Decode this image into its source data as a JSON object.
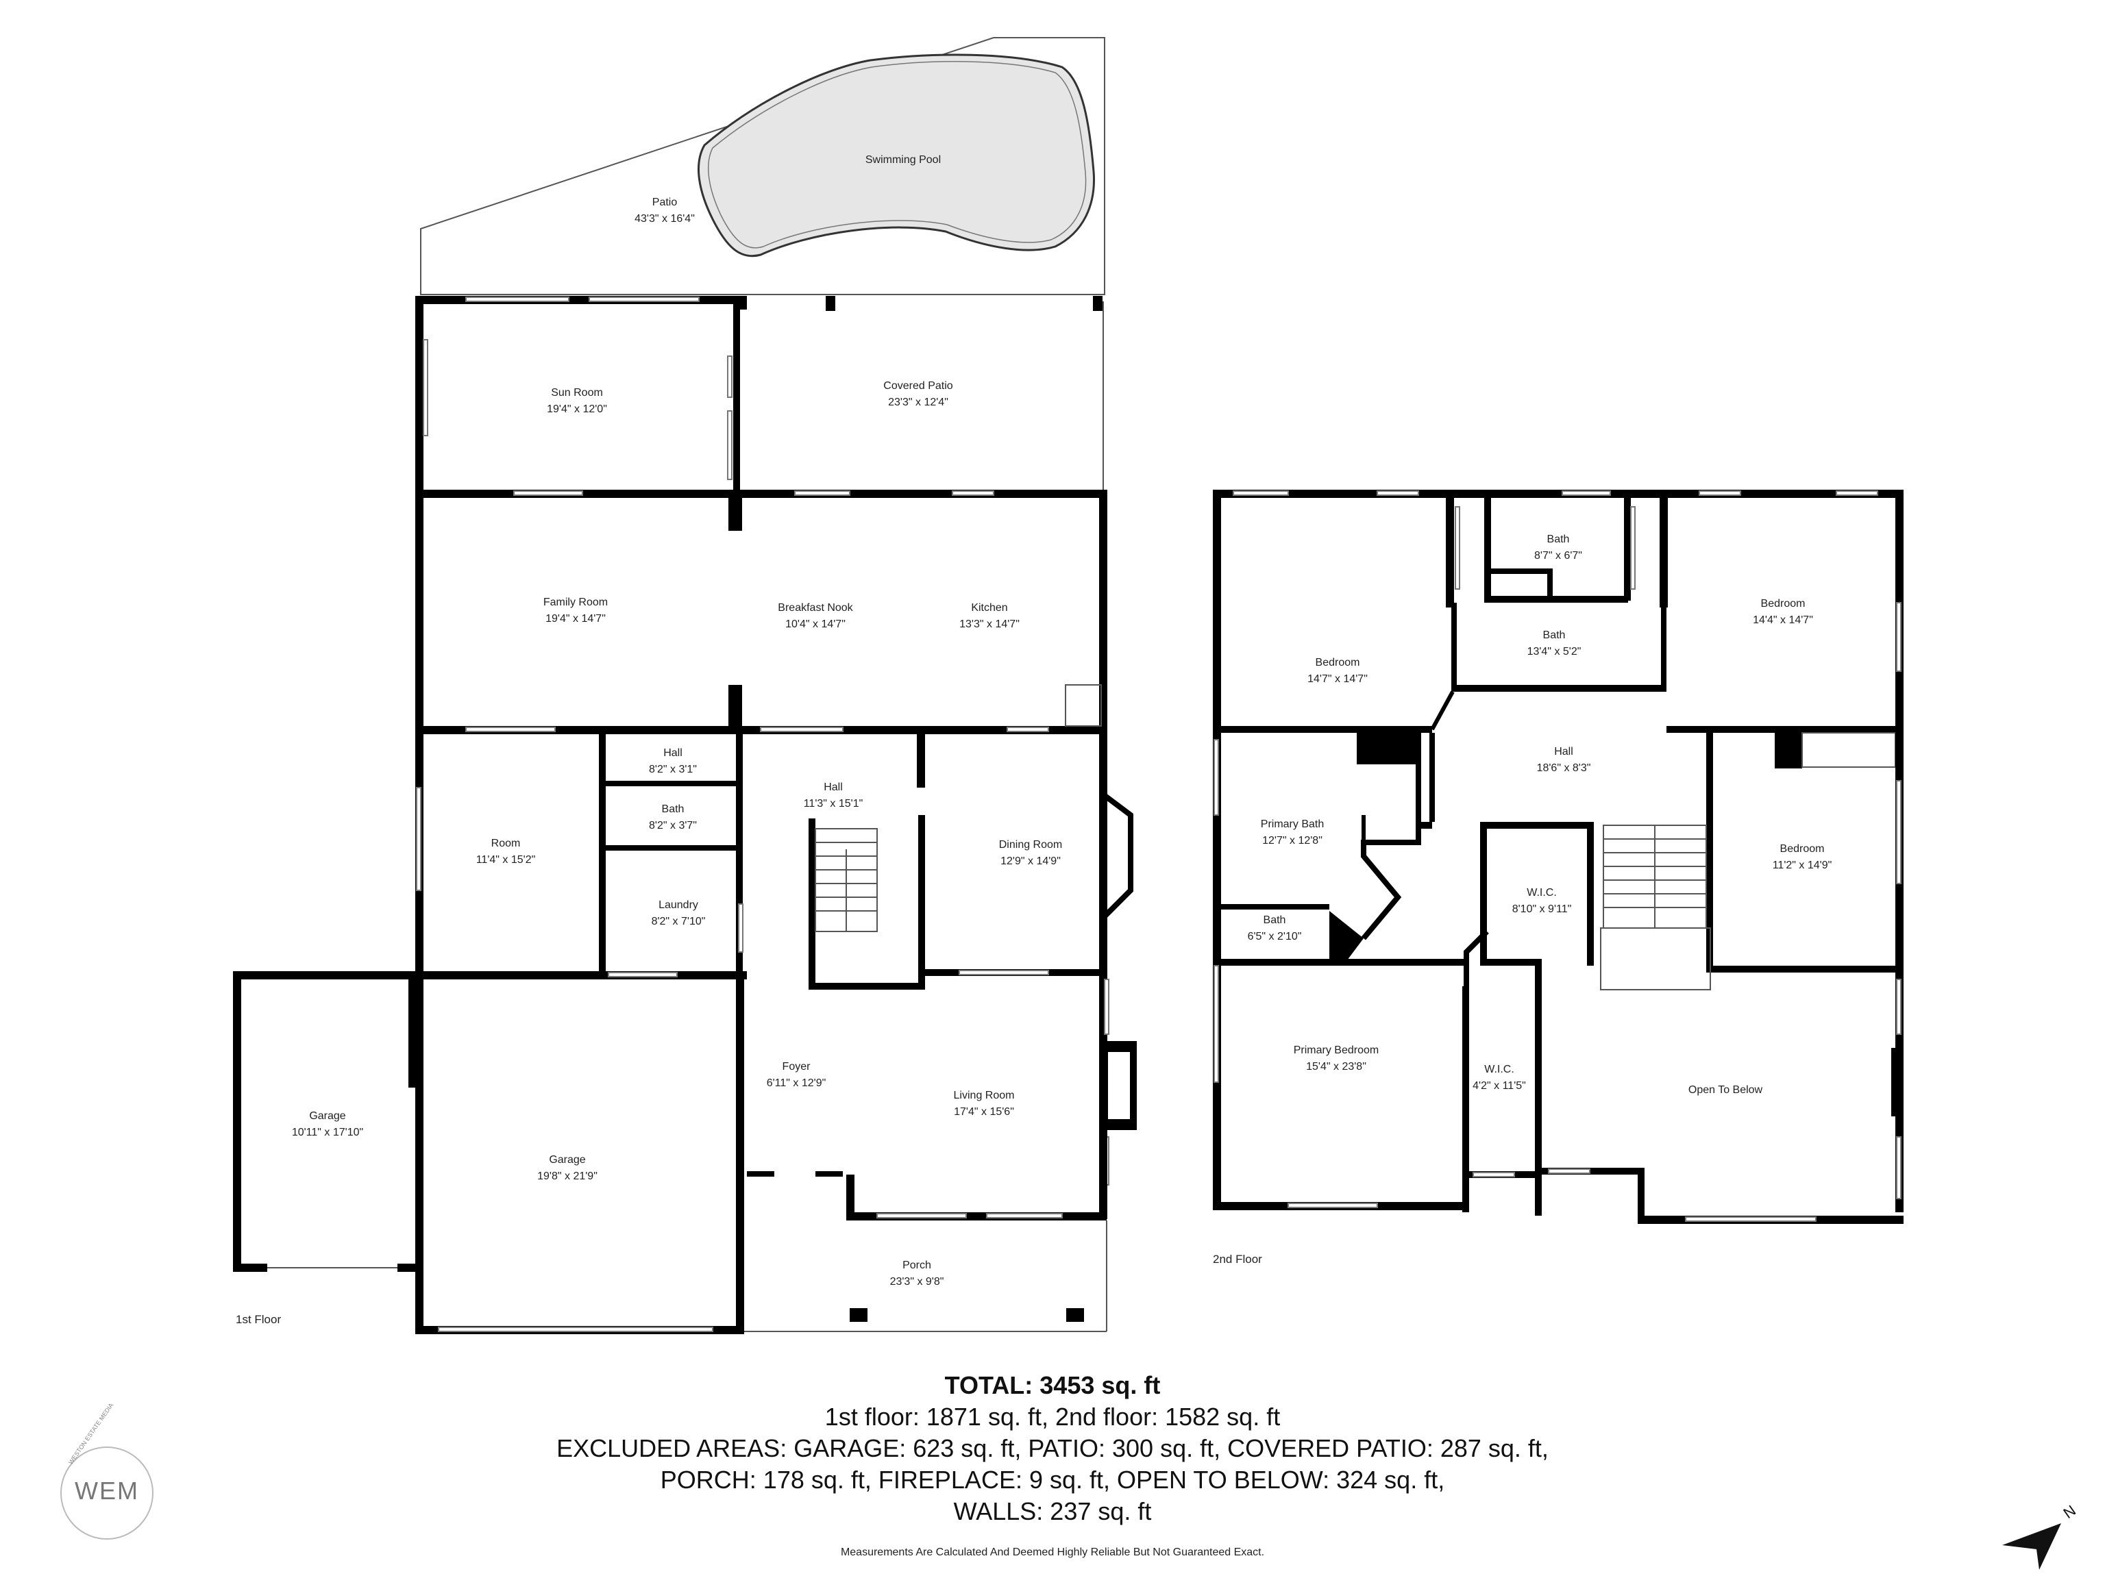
{
  "floors": {
    "first": {
      "label": "1st Floor"
    },
    "second": {
      "label": "2nd Floor"
    }
  },
  "rooms_first": [
    {
      "id": "swimming-pool",
      "name": "Swimming Pool",
      "dims": ""
    },
    {
      "id": "patio",
      "name": "Patio",
      "dims": "43'3\" x 16'4\""
    },
    {
      "id": "sun-room",
      "name": "Sun Room",
      "dims": "19'4\" x 12'0\""
    },
    {
      "id": "covered-patio",
      "name": "Covered Patio",
      "dims": "23'3\" x 12'4\""
    },
    {
      "id": "family-room",
      "name": "Family Room",
      "dims": "19'4\" x 14'7\""
    },
    {
      "id": "breakfast-nook",
      "name": "Breakfast Nook",
      "dims": "10'4\" x 14'7\""
    },
    {
      "id": "kitchen",
      "name": "Kitchen",
      "dims": "13'3\" x 14'7\""
    },
    {
      "id": "hall-small",
      "name": "Hall",
      "dims": "8'2\" x 3'1\""
    },
    {
      "id": "bath-1f",
      "name": "Bath",
      "dims": "8'2\" x 3'7\""
    },
    {
      "id": "laundry",
      "name": "Laundry",
      "dims": "8'2\" x 7'10\""
    },
    {
      "id": "room",
      "name": "Room",
      "dims": "11'4\" x 15'2\""
    },
    {
      "id": "hall-main",
      "name": "Hall",
      "dims": "11'3\" x 15'1\""
    },
    {
      "id": "dining-room",
      "name": "Dining Room",
      "dims": "12'9\" x 14'9\""
    },
    {
      "id": "foyer",
      "name": "Foyer",
      "dims": "6'11\" x 12'9\""
    },
    {
      "id": "living-room",
      "name": "Living Room",
      "dims": "17'4\" x 15'6\""
    },
    {
      "id": "garage-small",
      "name": "Garage",
      "dims": "10'11\" x 17'10\""
    },
    {
      "id": "garage-large",
      "name": "Garage",
      "dims": "19'8\" x 21'9\""
    },
    {
      "id": "porch",
      "name": "Porch",
      "dims": "23'3\" x 9'8\""
    }
  ],
  "rooms_second": [
    {
      "id": "bath-top",
      "name": "Bath",
      "dims": "8'7\" x 6'7\""
    },
    {
      "id": "bedroom-left",
      "name": "Bedroom",
      "dims": "14'7\" x 14'7\""
    },
    {
      "id": "bath-mid",
      "name": "Bath",
      "dims": "13'4\" x 5'2\""
    },
    {
      "id": "bedroom-right",
      "name": "Bedroom",
      "dims": "14'4\" x 14'7\""
    },
    {
      "id": "hall-2f",
      "name": "Hall",
      "dims": "18'6\" x 8'3\""
    },
    {
      "id": "primary-bath",
      "name": "Primary Bath",
      "dims": "12'7\" x 12'8\""
    },
    {
      "id": "wic-large",
      "name": "W.I.C.",
      "dims": "8'10\" x 9'11\""
    },
    {
      "id": "bedroom-small",
      "name": "Bedroom",
      "dims": "11'2\" x 14'9\""
    },
    {
      "id": "bath-small",
      "name": "Bath",
      "dims": "6'5\" x 2'10\""
    },
    {
      "id": "primary-bedroom",
      "name": "Primary Bedroom",
      "dims": "15'4\" x 23'8\""
    },
    {
      "id": "wic-small",
      "name": "W.I.C.",
      "dims": "4'2\" x 11'5\""
    },
    {
      "id": "open-to-below",
      "name": "Open To Below",
      "dims": ""
    }
  ],
  "summary": {
    "total": "TOTAL: 3453 sq. ft",
    "line1": "1st floor: 1871 sq. ft, 2nd floor: 1582 sq. ft",
    "line2": "EXCLUDED AREAS: GARAGE: 623 sq. ft, PATIO: 300 sq. ft, COVERED PATIO: 287 sq. ft,",
    "line3": "PORCH: 178 sq. ft, FIREPLACE: 9 sq. ft, OPEN TO BELOW: 324 sq. ft,",
    "line4": "WALLS: 237 sq. ft"
  },
  "disclaimer": "Measurements Are Calculated And Deemed Highly Reliable But Not Guaranteed Exact.",
  "logo": {
    "mark": "WEM",
    "arc_text": "WESTON ESTATE MEDIA"
  },
  "compass": {
    "letter": "N"
  },
  "colors": {
    "wall": "#000000",
    "pool": "#e6e6e6",
    "outline": "#555555"
  }
}
